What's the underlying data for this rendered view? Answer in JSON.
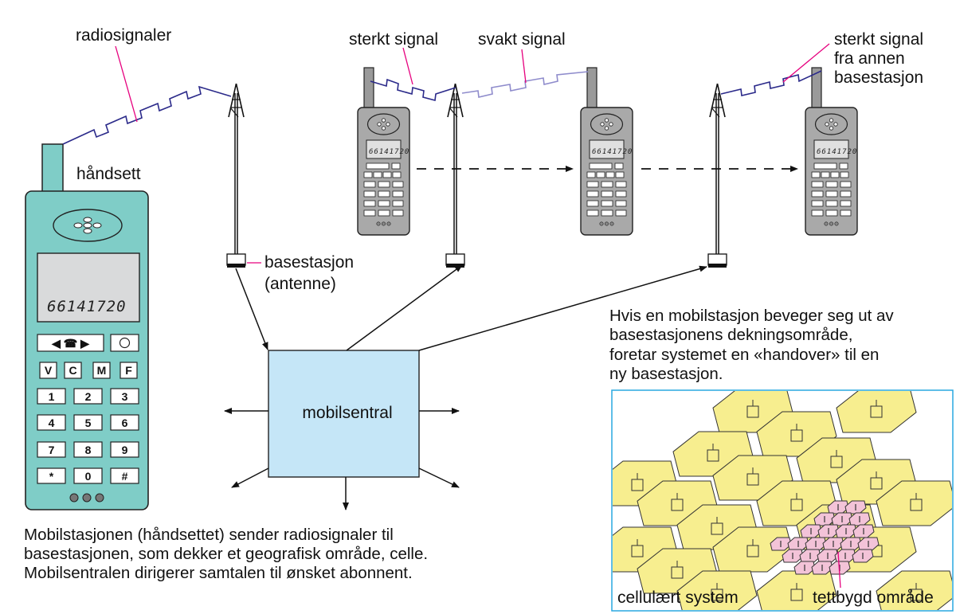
{
  "labels": {
    "radiosignaler": "radiosignaler",
    "handsett": "håndsett",
    "basestasjon": "basestasjon",
    "antenne": "(antenne)",
    "sterkt_signal": "sterkt signal",
    "svakt_signal": "svakt signal",
    "sterkt_signal_annen_1": "sterkt signal",
    "sterkt_signal_annen_2": "fra annen",
    "sterkt_signal_annen_3": "basestasjon",
    "mobilsentral": "mobilsentral",
    "cellulaert_system": "cellulært system",
    "tettbygd_omrade": "tettbygd område"
  },
  "handover_text": [
    "Hvis en mobilstasjon beveger seg ut av",
    "basestasjonens dekningsområde,",
    "foretar systemet en «handover» til en",
    "ny basestasjon."
  ],
  "caption_text": [
    "Mobilstasjonen (håndsettet) sender radiosignaler til",
    "basestasjonen, som dekker et geografisk område, celle.",
    "Mobilsentralen dirigerer samtalen til ønsket abonnent."
  ],
  "phone": {
    "display": "66141720",
    "keys": [
      "V",
      "C",
      "M",
      "F",
      "1",
      "2",
      "3",
      "4",
      "5",
      "6",
      "7",
      "8",
      "9",
      "*",
      "0",
      "#"
    ],
    "call_key": "◀ ☎ ▶"
  },
  "small_phone_display": "66141720",
  "colors": {
    "handset": "#7fcdc7",
    "phone_grey": "#a9a9a9",
    "mobilsentral": "#c5e6f7",
    "cell_yellow": "#f7ee8f",
    "dense_pink": "#f3c3d8",
    "strong_signal": "#2b2a8a",
    "weak_signal": "#8f8ccc",
    "pointer_magenta": "#e6007e",
    "map_border": "#29a9e0"
  }
}
